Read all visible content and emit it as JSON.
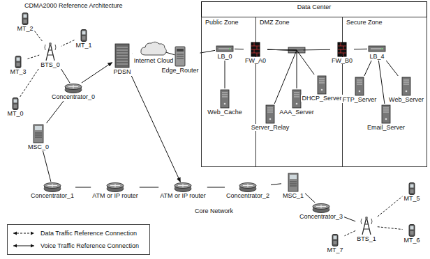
{
  "diagram": {
    "title": "CDMA2000 Reference Architecture",
    "nodes": [
      {
        "text": [
          "Data Center"
        ]
      },
      {
        "text": [
          "Public Zone"
        ],
        "in": 0
      },
      {
        "text": [
          "DMZ Zone"
        ],
        "in": 0
      },
      {
        "text": [
          "Secure Zone"
        ],
        "in": 0
      },
      {
        "text": [
          "LB_0"
        ],
        "in": 1
      },
      {
        "text": [
          "Web_Cache"
        ],
        "in": 1
      },
      {
        "text": [
          "FW_A0"
        ],
        "in": 0
      },
      {
        "text": [
          "Server_Relay"
        ],
        "in": 2
      },
      {
        "text": [
          "AAA_Server"
        ],
        "in": 2
      },
      {
        "text": [
          "DHCP_Server"
        ],
        "in": 2
      },
      {
        "text": [
          "FW_B0"
        ],
        "in": 0
      },
      {
        "text": [
          "LB_4"
        ],
        "in": 3
      },
      {
        "text": [
          "FTP_Server"
        ],
        "in": 3
      },
      {
        "text": [
          "Email_Server"
        ],
        "in": 3
      },
      {
        "text": [
          "Web_Server"
        ],
        "in": 3
      },
      {
        "text": [
          "MT_2"
        ]
      },
      {
        "text": [
          "MT_1"
        ]
      },
      {
        "text": [
          "MT_3"
        ]
      },
      {
        "text": [
          "BTS_0"
        ]
      },
      {
        "text": [
          "MT_0"
        ]
      },
      {
        "text": [
          "Concentrator_0"
        ]
      },
      {
        "text": [
          "PDSN"
        ]
      },
      {
        "text": [
          "Internet Cloud"
        ]
      },
      {
        "text": [
          "Edge_Router"
        ]
      },
      {
        "text": [
          "MSC_0"
        ]
      },
      {
        "text": [
          "Concentrator_1"
        ]
      },
      {
        "text": [
          "ATM or IP router"
        ]
      },
      {
        "text": [
          "ATM or IP router"
        ]
      },
      {
        "text": [
          "Concentrator_2"
        ]
      },
      {
        "text": [
          "MSC_1"
        ]
      },
      {
        "text": [
          "Concentrator_3"
        ]
      },
      {
        "text": [
          "MT_5"
        ]
      },
      {
        "text": [
          "BTS_1"
        ]
      },
      {
        "text": [
          "MT_6"
        ]
      },
      {
        "text": [
          "MT_7"
        ]
      }
    ],
    "edges": [
      {
        "from": 15,
        "to": 18,
        "arrow": "none"
      },
      {
        "from": 16,
        "to": 18,
        "arrow": "none"
      },
      {
        "from": 17,
        "to": 18,
        "arrow": "none"
      },
      {
        "from": 19,
        "to": 18,
        "arrow": "none"
      },
      {
        "from": 18,
        "to": 20,
        "arrow": "none"
      },
      {
        "from": 20,
        "to": 21,
        "arrow": "to"
      },
      {
        "from": 20,
        "to": 24,
        "arrow": "none"
      },
      {
        "from": 24,
        "to": 25,
        "arrow": "none"
      },
      {
        "from": 25,
        "to": 26,
        "arrow": "none"
      },
      {
        "from": 26,
        "to": 27,
        "arrow": "none"
      },
      {
        "from": 27,
        "to": 28,
        "arrow": "none"
      },
      {
        "from": 28,
        "to": 29,
        "arrow": "none"
      },
      {
        "from": 29,
        "to": 30,
        "arrow": "none"
      },
      {
        "from": 30,
        "to": 32,
        "arrow": "none"
      },
      {
        "from": 32,
        "to": 31,
        "arrow": "none"
      },
      {
        "from": 32,
        "to": 33,
        "arrow": "none"
      },
      {
        "from": 32,
        "to": 34,
        "arrow": "none"
      },
      {
        "from": 21,
        "to": 27,
        "arrow": "to"
      },
      {
        "from": 21,
        "to": 22,
        "arrow": "none"
      },
      {
        "from": 22,
        "to": 23,
        "arrow": "none"
      },
      {
        "from": 23,
        "to": 4,
        "arrow": "none"
      },
      {
        "from": 4,
        "to": 5,
        "arrow": "none"
      },
      {
        "from": 4,
        "to": 6,
        "arrow": "none"
      },
      {
        "from": 6,
        "to": 7,
        "arrow": "none"
      },
      {
        "from": 6,
        "to": 8,
        "arrow": "none"
      },
      {
        "from": 6,
        "to": 9,
        "arrow": "none"
      },
      {
        "from": 6,
        "to": 10,
        "arrow": "none"
      },
      {
        "from": 10,
        "to": 11,
        "arrow": "none"
      },
      {
        "from": 11,
        "to": 12,
        "arrow": "none"
      },
      {
        "from": 11,
        "to": 13,
        "arrow": "none"
      },
      {
        "from": 11,
        "to": 14,
        "arrow": "none"
      }
    ],
    "labels": [
      "Core Network"
    ],
    "legend": [
      {
        "text": "Data Traffic Reference Connection"
      },
      {
        "text": "Voice Traffic Reference Connection"
      }
    ]
  }
}
